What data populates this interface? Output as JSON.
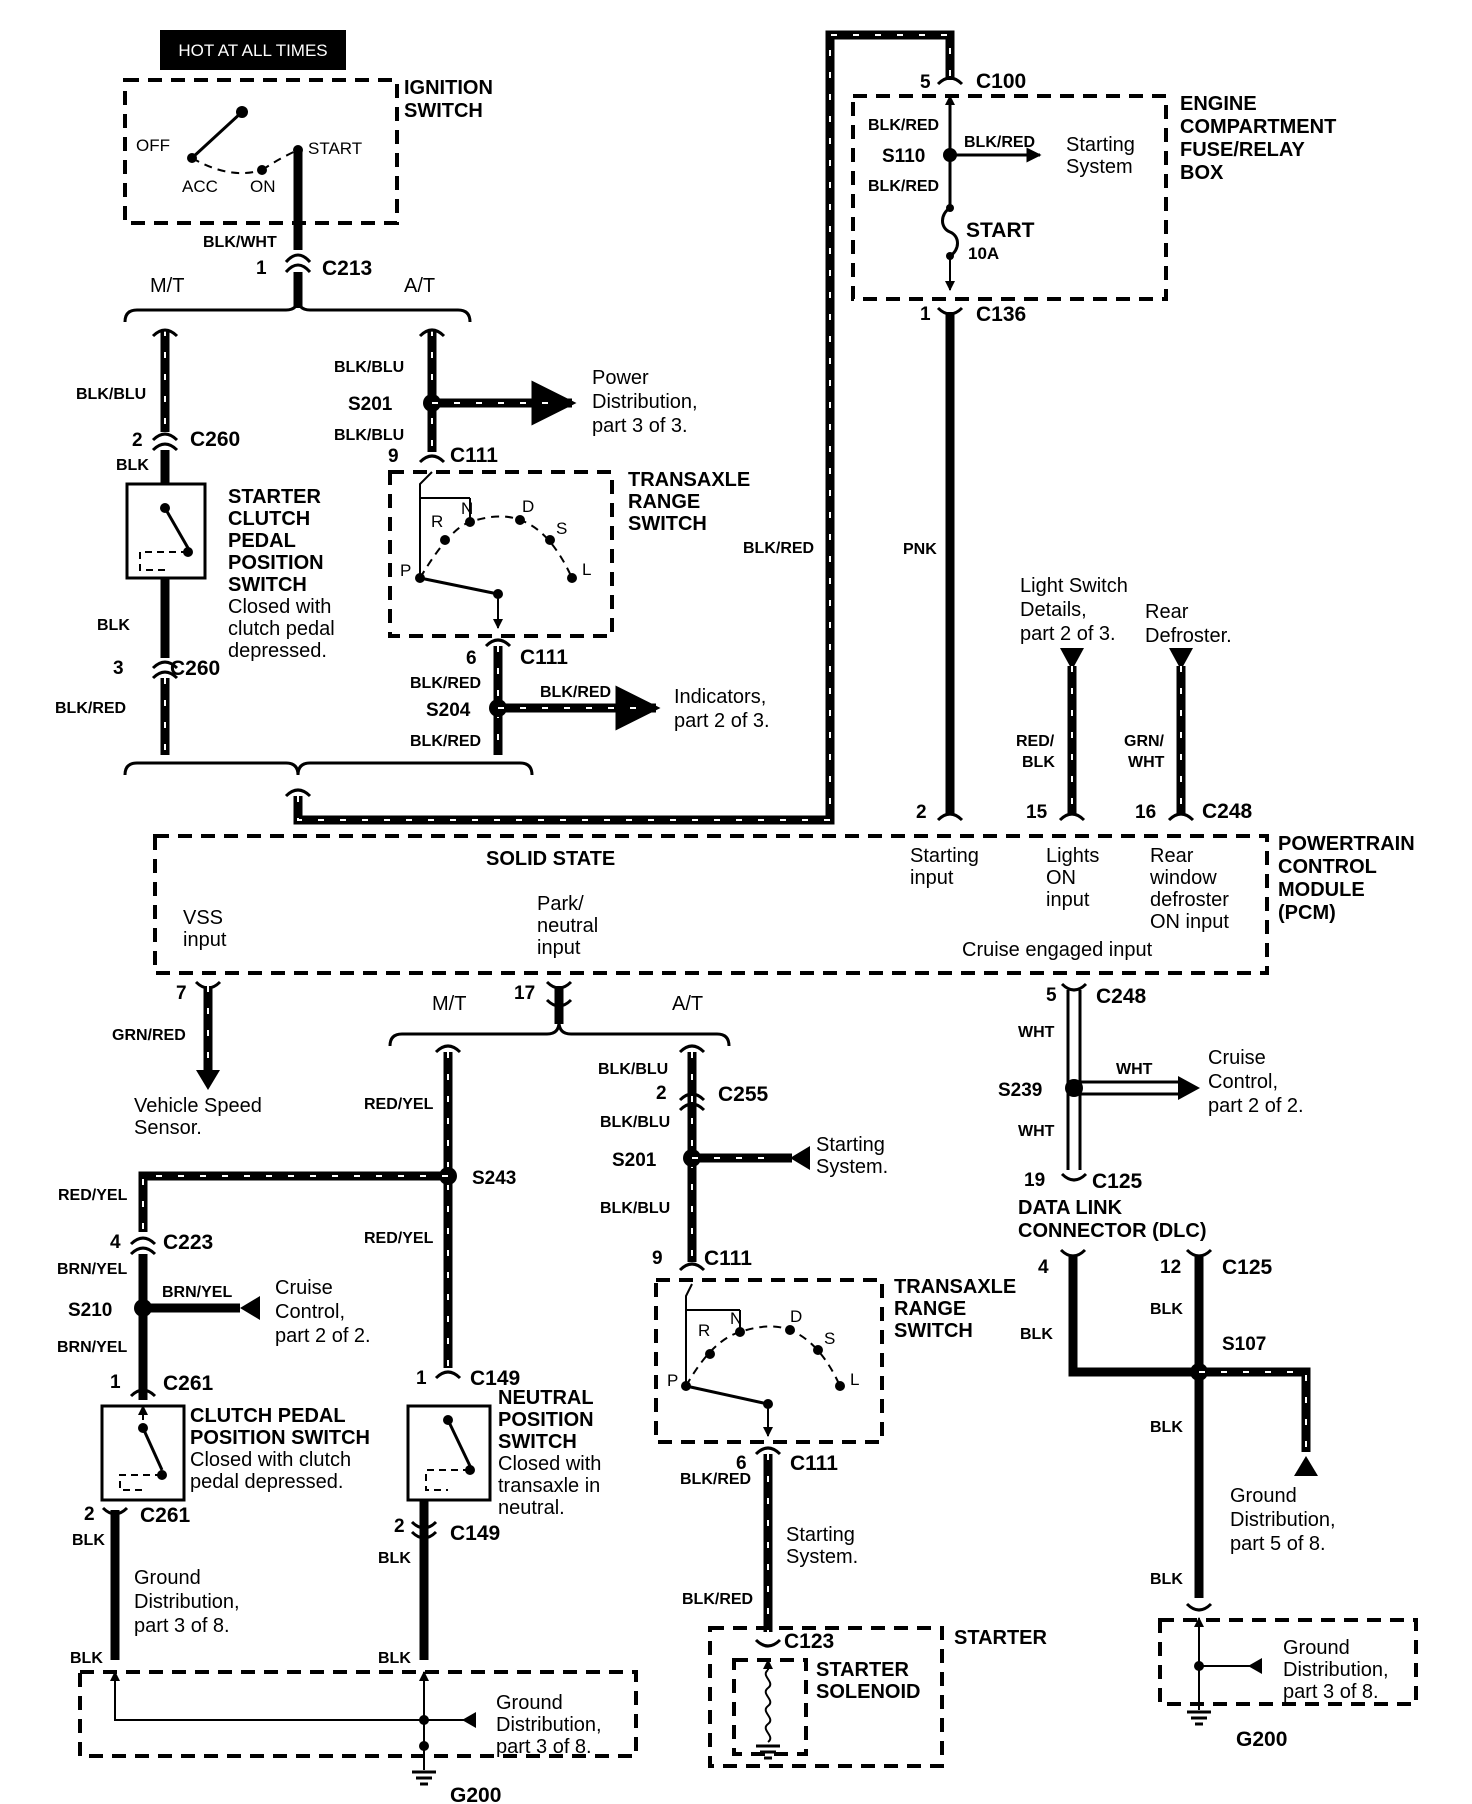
{
  "ignition_switch": {
    "badge": "HOT AT ALL TIMES",
    "title_line1": "IGNITION",
    "title_line2": "SWITCH",
    "positions": [
      "OFF",
      "ACC",
      "ON",
      "START"
    ],
    "wire": "BLK/WHT",
    "pin": "1",
    "connector": "C213"
  },
  "branch_top": {
    "mt": "M/T",
    "at": "A/T"
  },
  "mt_chain": {
    "wire1": "BLK/BLU",
    "pin1": "2",
    "conn1": "C260",
    "wire2": "BLK",
    "switch_line1": "STARTER",
    "switch_line2": "CLUTCH",
    "switch_line3": "PEDAL",
    "switch_line4": "POSITION",
    "switch_line5": "SWITCH",
    "note1": "Closed with",
    "note2": "clutch pedal",
    "note3": "depressed.",
    "wire3": "BLK",
    "pin2": "3",
    "conn2": "C260",
    "wire4": "BLK/RED"
  },
  "at_chain_top": {
    "wire1": "BLK/BLU",
    "splice1": "S201",
    "wire2": "BLK/BLU",
    "ref1": "Power",
    "ref2": "Distribution,",
    "ref3": "part 3 of 3.",
    "pin1": "9",
    "conn1": "C111",
    "switch_line1": "TRANSAXLE",
    "switch_line2": "RANGE",
    "switch_line3": "SWITCH",
    "positions": [
      "P",
      "R",
      "N",
      "D",
      "S",
      "L"
    ],
    "pin2": "6",
    "conn2": "C111",
    "wire3": "BLK/RED",
    "splice2": "S204",
    "wire4": "BLK/RED",
    "wire5": "BLK/RED",
    "ind1": "Indicators,",
    "ind2": "part 2 of 3."
  },
  "feed_wire": "BLK/RED",
  "fuse_box": {
    "pin_top": "5",
    "conn_top": "C100",
    "wire1": "BLK/RED",
    "splice": "S110",
    "wire2": "BLK/RED",
    "wire3": "BLK/RED",
    "ref1": "Starting",
    "ref2": "System",
    "fuse": "START",
    "amps": "10A",
    "title1": "ENGINE",
    "title2": "COMPARTMENT",
    "title3": "FUSE/RELAY",
    "title4": "BOX",
    "pin_bot": "1",
    "conn_bot": "C136",
    "wire_out": "PNK"
  },
  "lights_input": {
    "ref1": "Light Switch",
    "ref2": "Details,",
    "ref3": "part 2 of 3.",
    "wire_a": "RED/",
    "wire_b": "BLK"
  },
  "defrost_input": {
    "ref1": "Rear",
    "ref2": "Defroster.",
    "wire_a": "GRN/",
    "wire_b": "WHT"
  },
  "pcm": {
    "pins": [
      "2",
      "15",
      "16"
    ],
    "conn": "C248",
    "solid_state": "SOLID STATE",
    "title1": "POWERTRAIN",
    "title2": "CONTROL",
    "title3": "MODULE",
    "title4": "(PCM)",
    "starting1": "Starting",
    "starting2": "input",
    "lights1": "Lights",
    "lights2": "ON",
    "lights3": "input",
    "rear1": "Rear",
    "rear2": "window",
    "rear3": "defroster",
    "rear4": "ON input",
    "vss1": "VSS",
    "vss2": "input",
    "pn1": "Park/",
    "pn2": "neutral",
    "pn3": "input",
    "cruise": "Cruise engaged input"
  },
  "vss": {
    "pin": "7",
    "wire": "GRN/RED",
    "ref1": "Vehicle Speed",
    "ref2": "Sensor."
  },
  "pn_branch": {
    "pin": "17",
    "mt": "M/T",
    "at": "A/T"
  },
  "mt_lower": {
    "wire1": "RED/YEL",
    "splice": "S243",
    "wire2": "RED/YEL",
    "wire3": "RED/YEL",
    "pin1": "4",
    "conn1": "C223",
    "wire4": "BRN/YEL",
    "splice2": "S210",
    "wire5": "BRN/YEL",
    "wire6": "BRN/YEL",
    "ref1": "Cruise",
    "ref2": "Control,",
    "ref3": "part 2 of 2.",
    "pin2": "1",
    "conn2": "C261",
    "cpp1": "CLUTCH PEDAL",
    "cpp2": "POSITION SWITCH",
    "cpp3": "Closed with clutch",
    "cpp4": "pedal depressed.",
    "pin3": "2",
    "conn3": "C261",
    "wire7": "BLK",
    "gd1": "Ground",
    "gd2": "Distribution,",
    "gd3": "part 3 of 8.",
    "wire8": "BLK",
    "pin4": "1",
    "conn4": "C149",
    "nps1": "NEUTRAL",
    "nps2": "POSITION",
    "nps3": "SWITCH",
    "nps4": "Closed with",
    "nps5": "transaxle in",
    "nps6": "neutral.",
    "pin5": "2",
    "conn5": "C149",
    "wire9": "BLK",
    "wire10": "BLK",
    "gref1": "Ground",
    "gref2": "Distribution,",
    "gref3": "part 3 of 8.",
    "ground": "G200"
  },
  "at_lower": {
    "wire1": "BLK/BLU",
    "pin1": "2",
    "conn1": "C255",
    "wire2": "BLK/BLU",
    "splice": "S201",
    "wire3": "BLK/BLU",
    "ref1": "Starting",
    "ref2": "System.",
    "pin2": "9",
    "conn2": "C111",
    "trs1": "TRANSAXLE",
    "trs2": "RANGE",
    "trs3": "SWITCH",
    "positions": [
      "P",
      "R",
      "N",
      "D",
      "S",
      "L"
    ],
    "pin3": "6",
    "conn3": "C111",
    "wire4": "BLK/RED",
    "sref1": "Starting",
    "sref2": "System.",
    "wire5": "BLK/RED",
    "conn4": "C123",
    "starter": "STARTER",
    "sol1": "STARTER",
    "sol2": "SOLENOID"
  },
  "cruise_out": {
    "pin1": "5",
    "conn1": "C248",
    "wire1": "WHT",
    "splice": "S239",
    "wire2": "WHT",
    "wire3": "WHT",
    "ref1": "Cruise",
    "ref2": "Control,",
    "ref3": "part 2 of 2.",
    "pin2": "19",
    "conn2": "C125",
    "dlc1": "DATA LINK",
    "dlc2": "CONNECTOR (DLC)",
    "pin3": "4",
    "pin4": "12",
    "conn3": "C125",
    "wire4": "BLK",
    "wire5": "BLK",
    "splice2": "S107",
    "wire6": "BLK",
    "gd1": "Ground",
    "gd2": "Distribution,",
    "gd3": "part 5 of 8.",
    "wire7": "BLK",
    "gref1": "Ground",
    "gref2": "Distribution,",
    "gref3": "part 3 of 8.",
    "ground": "G200"
  }
}
